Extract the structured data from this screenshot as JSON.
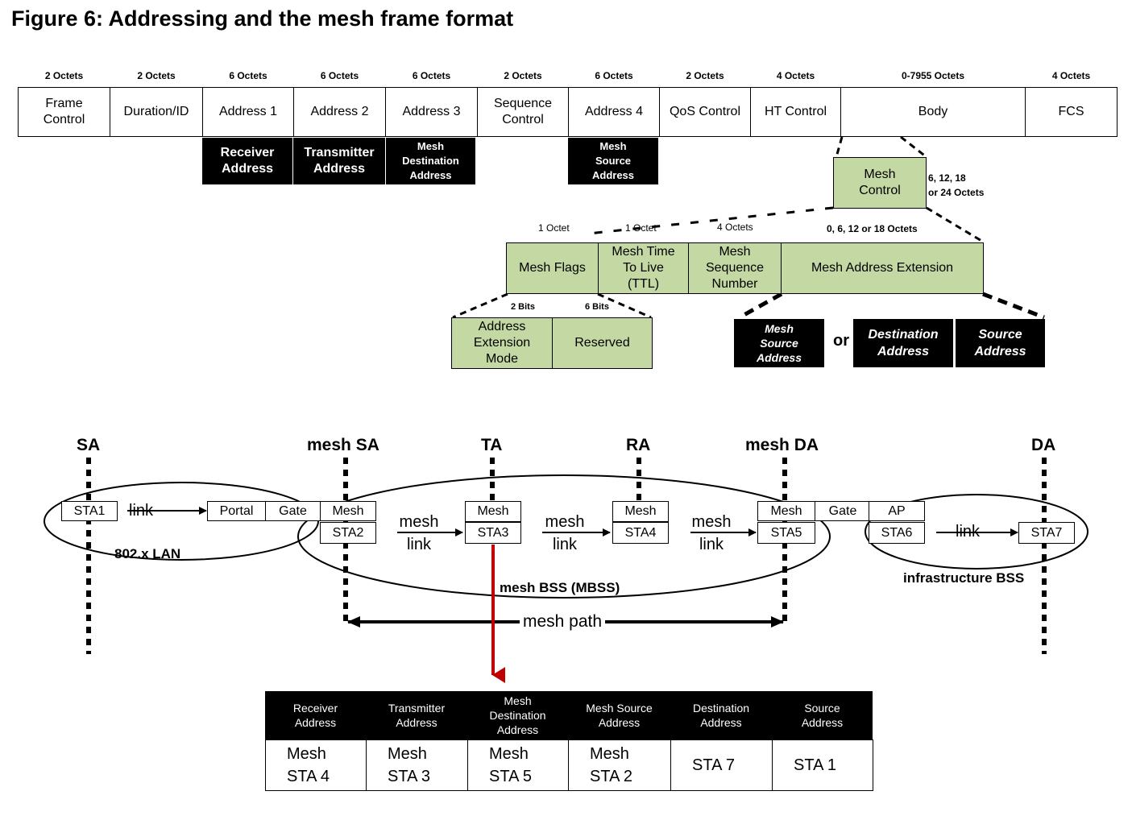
{
  "title": "Figure 6: Addressing and the mesh frame format",
  "frame": {
    "fields": [
      {
        "octets": "2 Octets",
        "label": "Frame\nControl"
      },
      {
        "octets": "2 Octets",
        "label": "Duration/ID"
      },
      {
        "octets": "6 Octets",
        "label": "Address 1"
      },
      {
        "octets": "6 Octets",
        "label": "Address 2"
      },
      {
        "octets": "6 Octets",
        "label": "Address 3"
      },
      {
        "octets": "2 Octets",
        "label": "Sequence\nControl"
      },
      {
        "octets": "6 Octets",
        "label": "Address 4"
      },
      {
        "octets": "2 Octets",
        "label": "QoS Control"
      },
      {
        "octets": "4 Octets",
        "label": "HT Control"
      },
      {
        "octets": "0-7955 Octets",
        "label": "Body"
      },
      {
        "octets": "4 Octets",
        "label": "FCS"
      }
    ],
    "address_roles": [
      "Receiver\nAddress",
      "Transmitter\nAddress",
      "Mesh\nDestination\nAddress",
      "Mesh\nSource\nAddress"
    ]
  },
  "mesh_control": {
    "label": "Mesh\nControl",
    "size": "6, 12, 18\nor 24 Octets",
    "subfields": [
      {
        "octets": "1 Octet",
        "label": "Mesh Flags"
      },
      {
        "octets": "1 Octet",
        "label": "Mesh Time\nTo Live\n(TTL)"
      },
      {
        "octets": "4 Octets",
        "label": "Mesh\nSequence\nNumber"
      },
      {
        "octets": "0, 6, 12 or 18 Octets",
        "label": "Mesh Address Extension"
      }
    ],
    "flags": [
      {
        "bits": "2 Bits",
        "label": "Address\nExtension\nMode"
      },
      {
        "bits": "6 Bits",
        "label": "Reserved"
      }
    ],
    "extension": {
      "option_a": "Mesh\nSource\nAddress",
      "or": "or",
      "option_b1": "Destination\nAddress",
      "option_b2": "Source\nAddress"
    }
  },
  "path": {
    "roles": [
      "SA",
      "mesh SA",
      "TA",
      "RA",
      "mesh DA",
      "DA"
    ],
    "nodes": {
      "sta1": "STA1",
      "portal": "Portal",
      "gate1": "Gate",
      "mesh2": "Mesh",
      "sta2": "STA2",
      "mesh3": "Mesh",
      "sta3": "STA3",
      "mesh4": "Mesh",
      "sta4": "STA4",
      "mesh5": "Mesh",
      "sta5": "STA5",
      "gate2": "Gate",
      "ap": "AP",
      "sta6": "STA6",
      "sta7": "STA7"
    },
    "link_labels": [
      "link",
      "mesh\nlink",
      "mesh\nlink",
      "mesh\nlink",
      "link"
    ],
    "lan_label": "802.x LAN",
    "mbss_label": "mesh BSS (MBSS)",
    "infra_label": "infrastructure BSS",
    "mesh_path_label": "mesh path"
  },
  "table": {
    "headers": [
      "Receiver\nAddress",
      "Transmitter\nAddress",
      "Mesh\nDestination\nAddress",
      "Mesh Source\nAddress",
      "Destination\nAddress",
      "Source\nAddress"
    ],
    "values": [
      "Mesh\nSTA 4",
      "Mesh\nSTA 3",
      "Mesh\nSTA 5",
      "Mesh\nSTA 2",
      "STA 7",
      "STA 1"
    ]
  }
}
